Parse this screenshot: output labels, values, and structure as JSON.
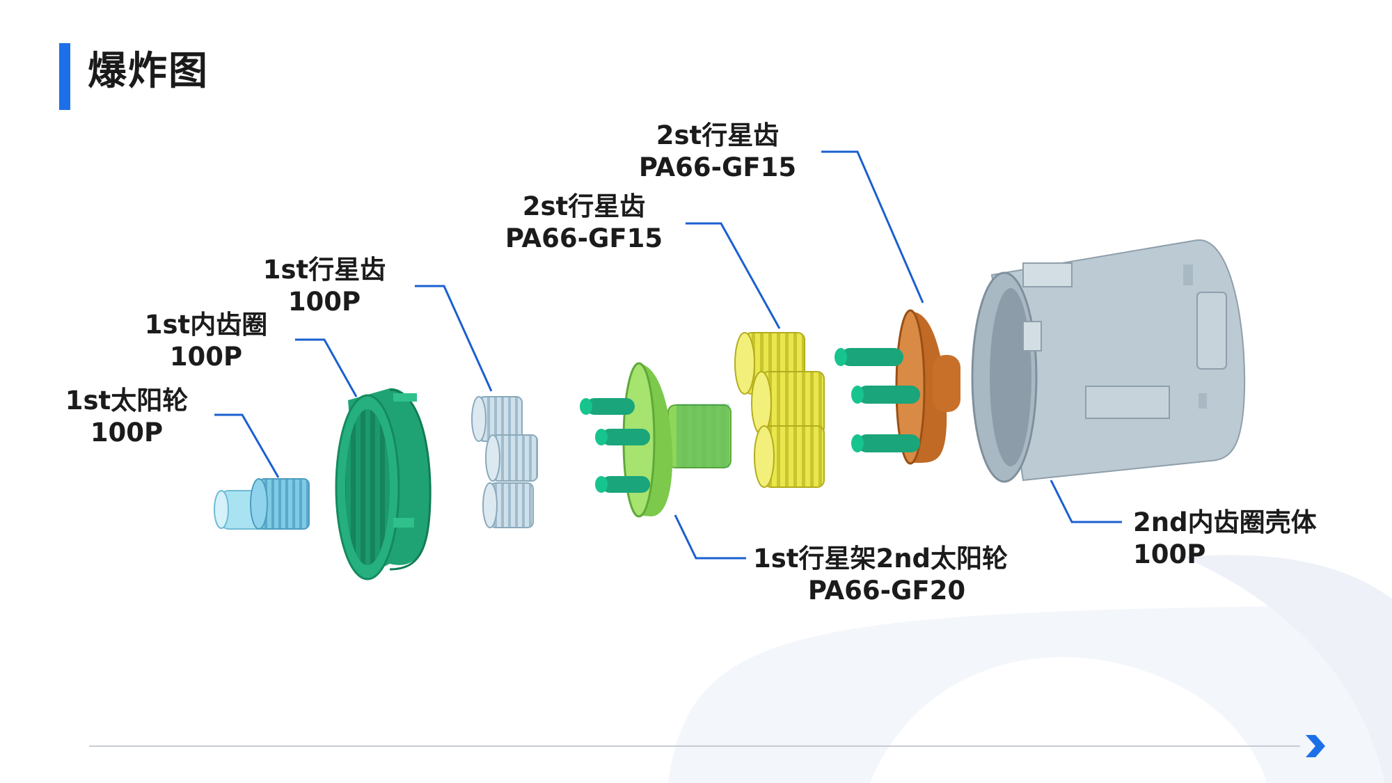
{
  "page": {
    "title": "爆炸图"
  },
  "components": [
    {
      "name_line": "1st太阳轮",
      "material_line": "100P"
    },
    {
      "name_line": "1st内齿圈",
      "material_line": "100P"
    },
    {
      "name_line": "1st行星齿",
      "material_line": "100P"
    },
    {
      "name_line": "2st行星齿",
      "material_line": "PA66-GF15"
    },
    {
      "name_line": "2st行星齿",
      "material_line": "PA66-GF15"
    },
    {
      "name_line": "1st行星架2nd太阳轮",
      "material_line": "PA66-GF20"
    },
    {
      "name_line": "2nd内齿圈壳体",
      "material_line": "100P"
    }
  ],
  "colors": {
    "accent": "#1d6fe8",
    "leader_line": "#1a5fd0",
    "sun_gear": "#8fd4ec",
    "ring_gear": "#1fa374",
    "planet_gear_1st": "#b7d3e3",
    "carrier": "#8fd75a",
    "pins": "#1aa57a",
    "planet_gear_2nd": "#e6e34a",
    "carrier_2nd": "#c8702a",
    "housing": "#b8c6d0"
  },
  "icons": {
    "footer": "chevron-right-icon"
  }
}
